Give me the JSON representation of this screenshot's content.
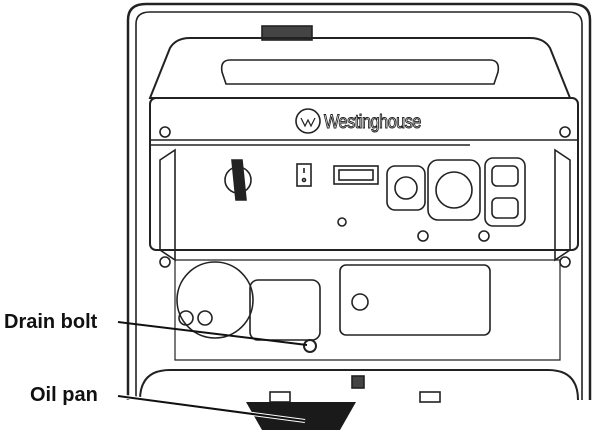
{
  "labels": {
    "drain_bolt": "Drain bolt",
    "oil_pan": "Oil pan"
  },
  "brand": "Westinghouse",
  "colors": {
    "line": "#222222",
    "oil_pan": "#1a1a1a"
  }
}
